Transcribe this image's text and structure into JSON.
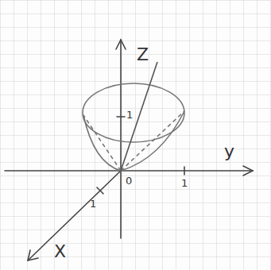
{
  "diagram": {
    "labels": [
      "Z",
      "1",
      "y",
      "0",
      "1",
      "1",
      "X"
    ]
  }
}
